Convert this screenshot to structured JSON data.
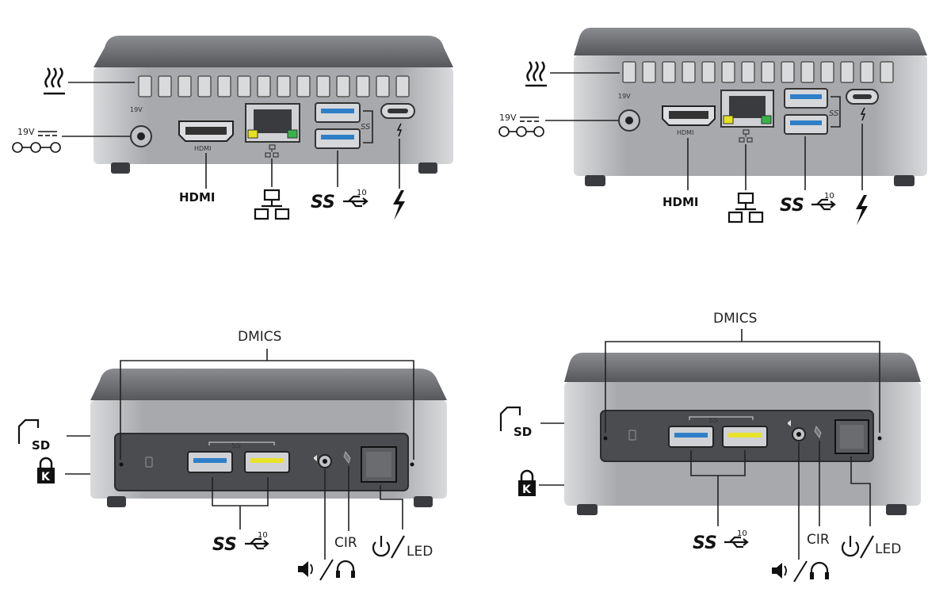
{
  "panels": [
    {
      "id": "back-a",
      "view": "back",
      "labels": {
        "heat": "",
        "dc_voltage": "19V",
        "dc_small": "19V",
        "hdmi": "HDMI",
        "hdmi_small": "HDMI",
        "usb": "SS",
        "usb_gen": "10",
        "usb_small": "SS"
      }
    },
    {
      "id": "back-b",
      "view": "back",
      "labels": {
        "heat": "",
        "dc_voltage": "19V",
        "dc_small": "19V",
        "hdmi": "HDMI",
        "hdmi_small": "HDMI",
        "usb": "SS",
        "usb_gen": "10",
        "usb_small": "SS"
      }
    },
    {
      "id": "front-a",
      "view": "front",
      "labels": {
        "dmics": "DMICS",
        "sd": "SD",
        "usb": "SS",
        "usb_gen": "10",
        "usb_small": "SS",
        "cir": "CIR",
        "led": "LED"
      }
    },
    {
      "id": "front-b",
      "view": "front",
      "labels": {
        "dmics": "DMICS",
        "sd": "SD",
        "usb": "SS",
        "usb_gen": "10",
        "usb_small": "SS",
        "cir": "CIR",
        "led": "LED"
      }
    }
  ],
  "colors": {
    "chassis_top": "#6e7075",
    "chassis_body": "#a9abae",
    "usb_blue": "#2f7fc8",
    "usb_yellow": "#e8e22a",
    "lan_yellow": "#e5e11f",
    "lan_green": "#37b34a",
    "panel_dark": "#4a4c50"
  }
}
